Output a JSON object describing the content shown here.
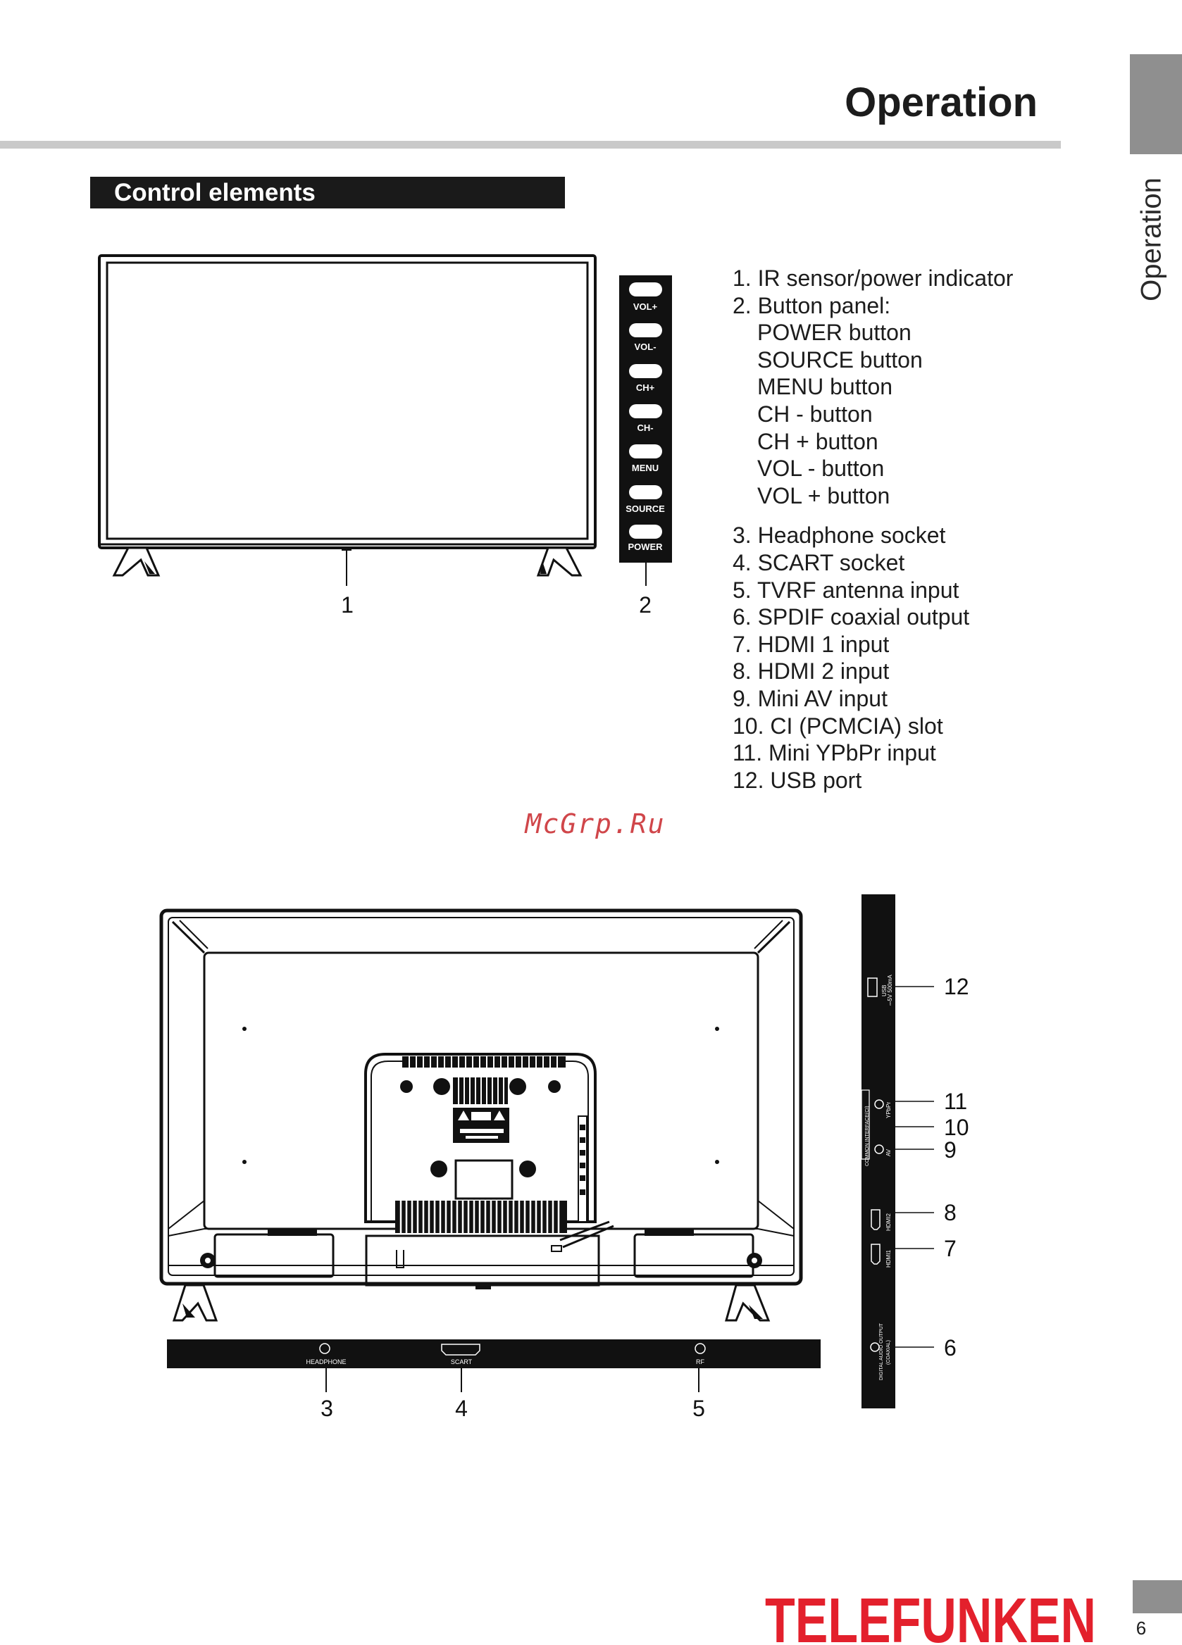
{
  "header": {
    "title": "Operation",
    "side_tab_label": "Operation"
  },
  "section": {
    "title": "Control elements"
  },
  "front_panel": {
    "callouts": [
      "1",
      "2"
    ],
    "buttons": [
      "VOL+",
      "VOL-",
      "CH+",
      "CH-",
      "MENU",
      "SOURCE",
      "POWER"
    ]
  },
  "legend": {
    "items": [
      {
        "text": "1. IR sensor/power indicator"
      },
      {
        "text": "2. Button panel:",
        "sub": [
          "POWER button",
          "SOURCE button",
          "MENU button",
          "CH - button",
          "CH + button",
          "VOL - button",
          "VOL + button"
        ]
      },
      {
        "text": "3. Headphone socket"
      },
      {
        "text": "4. SCART socket"
      },
      {
        "text": "5. TVRF antenna input"
      },
      {
        "text": "6. SPDIF coaxial output"
      },
      {
        "text": "7. HDMI 1 input"
      },
      {
        "text": "8. HDMI 2 input"
      },
      {
        "text": "9. Mini AV input"
      },
      {
        "text": "10. CI (PCMCIA) slot"
      },
      {
        "text": "11. Mini YPbPr input"
      },
      {
        "text": "12. USB port"
      }
    ]
  },
  "watermark": "McGrp.Ru",
  "rear_panel": {
    "bottom_ports": [
      "HEADPHONE",
      "SCART",
      "RF"
    ],
    "bottom_callouts": [
      "3",
      "4",
      "5"
    ],
    "side_port_labels": {
      "usb": "USB",
      "usb_rating": "⎓5V 500mA",
      "ci": "COMMON INTERFACE(CI)",
      "ypbpr": "YPbPr",
      "av": "AV",
      "hdmi2": "HDMI2",
      "hdmi1": "HDMI1",
      "spdif": "DIGITAL AUDIO OUTPUT",
      "spdif_sub": "(COAXIAL)"
    },
    "side_callouts": [
      "12",
      "11",
      "10",
      "9",
      "8",
      "7",
      "6"
    ]
  },
  "footer": {
    "brand": "TELEFUNKEN",
    "page_number": "6",
    "brand_color": "#e3202c"
  }
}
